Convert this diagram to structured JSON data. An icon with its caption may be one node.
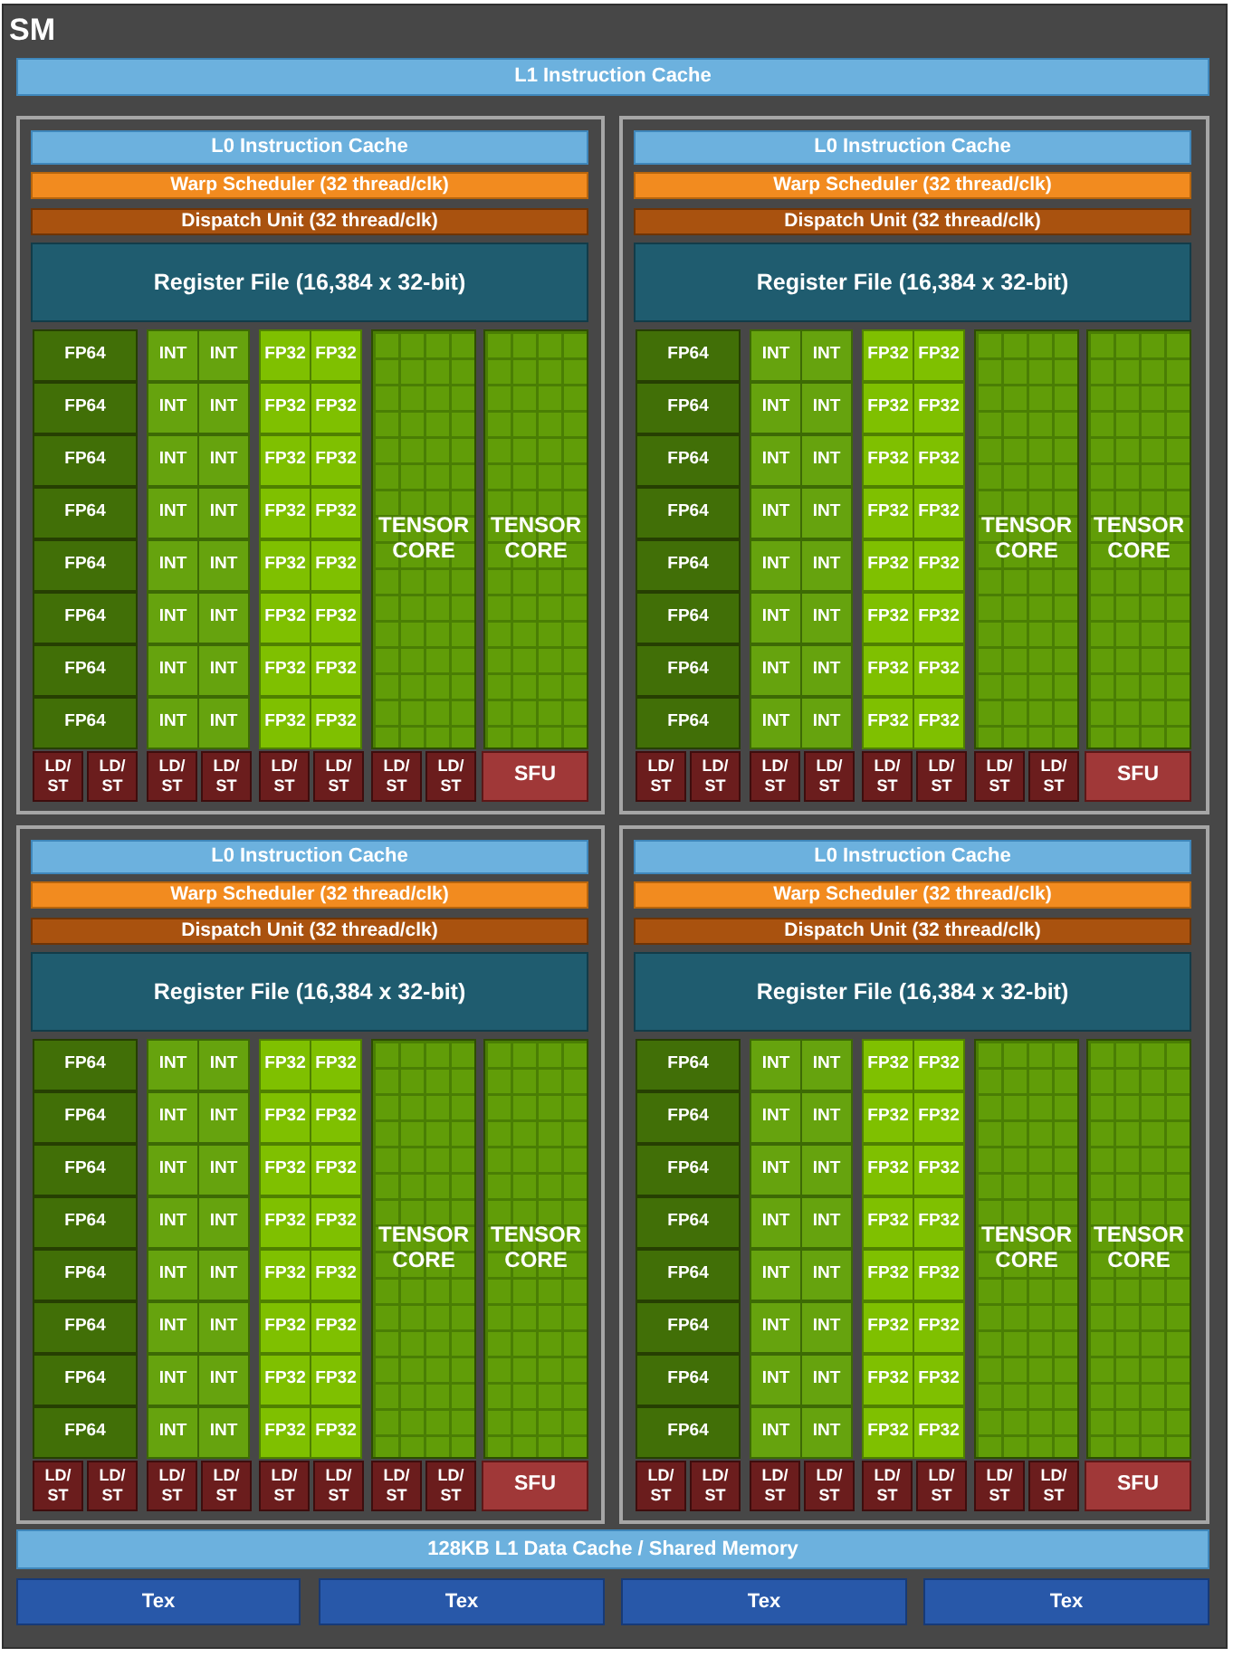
{
  "diagram": {
    "nodes": [
      {
        "text": [
          "SM"
        ]
      },
      {
        "text": [
          "L1 Instruction Cache"
        ],
        "in": 0
      },
      {
        "text": [],
        "shape": "box",
        "in": 0
      },
      {
        "text": [
          "L0 Instruction Cache"
        ],
        "in": 2
      },
      {
        "text": [
          "Warp Scheduler (32 thread/clk)"
        ],
        "in": 2
      },
      {
        "text": [
          "Dispatch Unit (32 thread/clk)"
        ],
        "in": 2
      },
      {
        "text": [
          "Register File (16,384 x 32-bit)"
        ],
        "in": 2
      },
      {
        "text": [
          "FP64"
        ],
        "in": 2
      },
      {
        "text": [
          "INT"
        ],
        "in": 2
      },
      {
        "text": [
          "INT"
        ],
        "in": 2
      },
      {
        "text": [
          "FP32"
        ],
        "in": 2
      },
      {
        "text": [
          "FP32"
        ],
        "in": 2
      },
      {
        "text": [
          "FP64"
        ],
        "in": 2
      },
      {
        "text": [
          "INT"
        ],
        "in": 2
      },
      {
        "text": [
          "INT"
        ],
        "in": 2
      },
      {
        "text": [
          "FP32"
        ],
        "in": 2
      },
      {
        "text": [
          "FP32"
        ],
        "in": 2
      },
      {
        "text": [
          "FP64"
        ],
        "in": 2
      },
      {
        "text": [
          "INT"
        ],
        "in": 2
      },
      {
        "text": [
          "INT"
        ],
        "in": 2
      },
      {
        "text": [
          "FP32"
        ],
        "in": 2
      },
      {
        "text": [
          "FP32"
        ],
        "in": 2
      },
      {
        "text": [
          "FP64"
        ],
        "in": 2
      },
      {
        "text": [
          "INT"
        ],
        "in": 2
      },
      {
        "text": [
          "INT"
        ],
        "in": 2
      },
      {
        "text": [
          "FP32"
        ],
        "in": 2
      },
      {
        "text": [
          "FP32"
        ],
        "in": 2
      },
      {
        "text": [
          "FP64"
        ],
        "in": 2
      },
      {
        "text": [
          "INT"
        ],
        "in": 2
      },
      {
        "text": [
          "INT"
        ],
        "in": 2
      },
      {
        "text": [
          "FP32"
        ],
        "in": 2
      },
      {
        "text": [
          "FP32"
        ],
        "in": 2
      },
      {
        "text": [
          "FP64"
        ],
        "in": 2
      },
      {
        "text": [
          "INT"
        ],
        "in": 2
      },
      {
        "text": [
          "INT"
        ],
        "in": 2
      },
      {
        "text": [
          "FP32"
        ],
        "in": 2
      },
      {
        "text": [
          "FP32"
        ],
        "in": 2
      },
      {
        "text": [
          "FP64"
        ],
        "in": 2
      },
      {
        "text": [
          "INT"
        ],
        "in": 2
      },
      {
        "text": [
          "INT"
        ],
        "in": 2
      },
      {
        "text": [
          "FP32"
        ],
        "in": 2
      },
      {
        "text": [
          "FP32"
        ],
        "in": 2
      },
      {
        "text": [
          "FP64"
        ],
        "in": 2
      },
      {
        "text": [
          "INT"
        ],
        "in": 2
      },
      {
        "text": [
          "INT"
        ],
        "in": 2
      },
      {
        "text": [
          "FP32"
        ],
        "in": 2
      },
      {
        "text": [
          "FP32"
        ],
        "in": 2
      },
      {
        "text": [
          "TENSOR CORE"
        ],
        "in": 2
      },
      {
        "text": [
          "TENSOR CORE"
        ],
        "in": 2
      },
      {
        "text": [
          "LD/ ST"
        ],
        "in": 2
      },
      {
        "text": [
          "LD/ ST"
        ],
        "in": 2
      },
      {
        "text": [
          "LD/ ST"
        ],
        "in": 2
      },
      {
        "text": [
          "LD/ ST"
        ],
        "in": 2
      },
      {
        "text": [
          "LD/ ST"
        ],
        "in": 2
      },
      {
        "text": [
          "LD/ ST"
        ],
        "in": 2
      },
      {
        "text": [
          "LD/ ST"
        ],
        "in": 2
      },
      {
        "text": [
          "LD/ ST"
        ],
        "in": 2
      },
      {
        "text": [
          "SFU"
        ],
        "in": 2
      },
      {
        "text": [],
        "shape": "box",
        "in": 0
      },
      {
        "text": [
          "L0 Instruction Cache"
        ],
        "in": 58
      },
      {
        "text": [
          "Warp Scheduler (32 thread/clk)"
        ],
        "in": 58
      },
      {
        "text": [
          "Dispatch Unit (32 thread/clk)"
        ],
        "in": 58
      },
      {
        "text": [
          "Register File (16,384 x 32-bit)"
        ],
        "in": 58
      },
      {
        "text": [
          "FP64"
        ],
        "in": 58
      },
      {
        "text": [
          "INT"
        ],
        "in": 58
      },
      {
        "text": [
          "INT"
        ],
        "in": 58
      },
      {
        "text": [
          "FP32"
        ],
        "in": 58
      },
      {
        "text": [
          "FP32"
        ],
        "in": 58
      },
      {
        "text": [
          "FP64"
        ],
        "in": 58
      },
      {
        "text": [
          "INT"
        ],
        "in": 58
      },
      {
        "text": [
          "INT"
        ],
        "in": 58
      },
      {
        "text": [
          "FP32"
        ],
        "in": 58
      },
      {
        "text": [
          "FP32"
        ],
        "in": 58
      },
      {
        "text": [
          "FP64"
        ],
        "in": 58
      },
      {
        "text": [
          "INT"
        ],
        "in": 58
      },
      {
        "text": [
          "INT"
        ],
        "in": 58
      },
      {
        "text": [
          "FP32"
        ],
        "in": 58
      },
      {
        "text": [
          "FP32"
        ],
        "in": 58
      },
      {
        "text": [
          "FP64"
        ],
        "in": 58
      },
      {
        "text": [
          "INT"
        ],
        "in": 58
      },
      {
        "text": [
          "INT"
        ],
        "in": 58
      },
      {
        "text": [
          "FP32"
        ],
        "in": 58
      },
      {
        "text": [
          "FP32"
        ],
        "in": 58
      },
      {
        "text": [
          "FP64"
        ],
        "in": 58
      },
      {
        "text": [
          "INT"
        ],
        "in": 58
      },
      {
        "text": [
          "INT"
        ],
        "in": 58
      },
      {
        "text": [
          "FP32"
        ],
        "in": 58
      },
      {
        "text": [
          "FP32"
        ],
        "in": 58
      },
      {
        "text": [
          "FP64"
        ],
        "in": 58
      },
      {
        "text": [
          "INT"
        ],
        "in": 58
      },
      {
        "text": [
          "INT"
        ],
        "in": 58
      },
      {
        "text": [
          "FP32"
        ],
        "in": 58
      },
      {
        "text": [
          "FP32"
        ],
        "in": 58
      },
      {
        "text": [
          "FP64"
        ],
        "in": 58
      },
      {
        "text": [
          "INT"
        ],
        "in": 58
      },
      {
        "text": [
          "INT"
        ],
        "in": 58
      },
      {
        "text": [
          "FP32"
        ],
        "in": 58
      },
      {
        "text": [
          "FP32"
        ],
        "in": 58
      },
      {
        "text": [
          "FP64"
        ],
        "in": 58
      },
      {
        "text": [
          "INT"
        ],
        "in": 58
      },
      {
        "text": [
          "INT"
        ],
        "in": 58
      },
      {
        "text": [
          "FP32"
        ],
        "in": 58
      },
      {
        "text": [
          "FP32"
        ],
        "in": 58
      },
      {
        "text": [
          "TENSOR CORE"
        ],
        "in": 58
      },
      {
        "text": [
          "TENSOR CORE"
        ],
        "in": 58
      },
      {
        "text": [
          "LD/ ST"
        ],
        "in": 58
      },
      {
        "text": [
          "LD/ ST"
        ],
        "in": 58
      },
      {
        "text": [
          "LD/ ST"
        ],
        "in": 58
      },
      {
        "text": [
          "LD/ ST"
        ],
        "in": 58
      },
      {
        "text": [
          "LD/ ST"
        ],
        "in": 58
      },
      {
        "text": [
          "LD/ ST"
        ],
        "in": 58
      },
      {
        "text": [
          "LD/ ST"
        ],
        "in": 58
      },
      {
        "text": [
          "LD/ ST"
        ],
        "in": 58
      },
      {
        "text": [
          "SFU"
        ],
        "in": 58
      },
      {
        "text": [],
        "shape": "box",
        "in": 0
      },
      {
        "text": [
          "L0 Instruction Cache"
        ],
        "in": 114
      },
      {
        "text": [
          "Warp Scheduler (32 thread/clk)"
        ],
        "in": 114
      },
      {
        "text": [
          "Dispatch Unit (32 thread/clk)"
        ],
        "in": 114
      },
      {
        "text": [
          "Register File (16,384 x 32-bit)"
        ],
        "in": 114
      },
      {
        "text": [
          "FP64"
        ],
        "in": 114
      },
      {
        "text": [
          "INT"
        ],
        "in": 114
      },
      {
        "text": [
          "INT"
        ],
        "in": 114
      },
      {
        "text": [
          "FP32"
        ],
        "in": 114
      },
      {
        "text": [
          "FP32"
        ],
        "in": 114
      },
      {
        "text": [
          "FP64"
        ],
        "in": 114
      },
      {
        "text": [
          "INT"
        ],
        "in": 114
      },
      {
        "text": [
          "INT"
        ],
        "in": 114
      },
      {
        "text": [
          "FP32"
        ],
        "in": 114
      },
      {
        "text": [
          "FP32"
        ],
        "in": 114
      },
      {
        "text": [
          "FP64"
        ],
        "in": 114
      },
      {
        "text": [
          "INT"
        ],
        "in": 114
      },
      {
        "text": [
          "INT"
        ],
        "in": 114
      },
      {
        "text": [
          "FP32"
        ],
        "in": 114
      },
      {
        "text": [
          "FP32"
        ],
        "in": 114
      },
      {
        "text": [
          "FP64"
        ],
        "in": 114
      },
      {
        "text": [
          "INT"
        ],
        "in": 114
      },
      {
        "text": [
          "INT"
        ],
        "in": 114
      },
      {
        "text": [
          "FP32"
        ],
        "in": 114
      },
      {
        "text": [
          "FP32"
        ],
        "in": 114
      },
      {
        "text": [
          "FP64"
        ],
        "in": 114
      },
      {
        "text": [
          "INT"
        ],
        "in": 114
      },
      {
        "text": [
          "INT"
        ],
        "in": 114
      },
      {
        "text": [
          "FP32"
        ],
        "in": 114
      },
      {
        "text": [
          "FP32"
        ],
        "in": 114
      },
      {
        "text": [
          "FP64"
        ],
        "in": 114
      },
      {
        "text": [
          "INT"
        ],
        "in": 114
      },
      {
        "text": [
          "INT"
        ],
        "in": 114
      },
      {
        "text": [
          "FP32"
        ],
        "in": 114
      },
      {
        "text": [
          "FP32"
        ],
        "in": 114
      },
      {
        "text": [
          "FP64"
        ],
        "in": 114
      },
      {
        "text": [
          "INT"
        ],
        "in": 114
      },
      {
        "text": [
          "INT"
        ],
        "in": 114
      },
      {
        "text": [
          "FP32"
        ],
        "in": 114
      },
      {
        "text": [
          "FP32"
        ],
        "in": 114
      },
      {
        "text": [
          "FP64"
        ],
        "in": 114
      },
      {
        "text": [
          "INT"
        ],
        "in": 114
      },
      {
        "text": [
          "INT"
        ],
        "in": 114
      },
      {
        "text": [
          "FP32"
        ],
        "in": 114
      },
      {
        "text": [
          "FP32"
        ],
        "in": 114
      },
      {
        "text": [
          "TENSOR CORE"
        ],
        "in": 114
      },
      {
        "text": [
          "TENSOR CORE"
        ],
        "in": 114
      },
      {
        "text": [
          "LD/ ST"
        ],
        "in": 114
      },
      {
        "text": [
          "LD/ ST"
        ],
        "in": 114
      },
      {
        "text": [
          "LD/ ST"
        ],
        "in": 114
      },
      {
        "text": [
          "LD/ ST"
        ],
        "in": 114
      },
      {
        "text": [
          "LD/ ST"
        ],
        "in": 114
      },
      {
        "text": [
          "LD/ ST"
        ],
        "in": 114
      },
      {
        "text": [
          "LD/ ST"
        ],
        "in": 114
      },
      {
        "text": [
          "LD/ ST"
        ],
        "in": 114
      },
      {
        "text": [
          "SFU"
        ],
        "in": 114
      },
      {
        "text": [],
        "shape": "box",
        "in": 0
      },
      {
        "text": [
          "L0 Instruction Cache"
        ],
        "in": 170
      },
      {
        "text": [
          "Warp Scheduler (32 thread/clk)"
        ],
        "in": 170
      },
      {
        "text": [
          "Dispatch Unit (32 thread/clk)"
        ],
        "in": 170
      },
      {
        "text": [
          "Register File (16,384 x 32-bit)"
        ],
        "in": 170
      },
      {
        "text": [
          "FP64"
        ],
        "in": 170
      },
      {
        "text": [
          "INT"
        ],
        "in": 170
      },
      {
        "text": [
          "INT"
        ],
        "in": 170
      },
      {
        "text": [
          "FP32"
        ],
        "in": 170
      },
      {
        "text": [
          "FP32"
        ],
        "in": 170
      },
      {
        "text": [
          "FP64"
        ],
        "in": 170
      },
      {
        "text": [
          "INT"
        ],
        "in": 170
      },
      {
        "text": [
          "INT"
        ],
        "in": 170
      },
      {
        "text": [
          "FP32"
        ],
        "in": 170
      },
      {
        "text": [
          "FP32"
        ],
        "in": 170
      },
      {
        "text": [
          "FP64"
        ],
        "in": 170
      },
      {
        "text": [
          "INT"
        ],
        "in": 170
      },
      {
        "text": [
          "INT"
        ],
        "in": 170
      },
      {
        "text": [
          "FP32"
        ],
        "in": 170
      },
      {
        "text": [
          "FP32"
        ],
        "in": 170
      },
      {
        "text": [
          "FP64"
        ],
        "in": 170
      },
      {
        "text": [
          "INT"
        ],
        "in": 170
      },
      {
        "text": [
          "INT"
        ],
        "in": 170
      },
      {
        "text": [
          "FP32"
        ],
        "in": 170
      },
      {
        "text": [
          "FP32"
        ],
        "in": 170
      },
      {
        "text": [
          "FP64"
        ],
        "in": 170
      },
      {
        "text": [
          "INT"
        ],
        "in": 170
      },
      {
        "text": [
          "INT"
        ],
        "in": 170
      },
      {
        "text": [
          "FP32"
        ],
        "in": 170
      },
      {
        "text": [
          "FP32"
        ],
        "in": 170
      },
      {
        "text": [
          "FP64"
        ],
        "in": 170
      },
      {
        "text": [
          "INT"
        ],
        "in": 170
      },
      {
        "text": [
          "INT"
        ],
        "in": 170
      },
      {
        "text": [
          "FP32"
        ],
        "in": 170
      },
      {
        "text": [
          "FP32"
        ],
        "in": 170
      },
      {
        "text": [
          "FP64"
        ],
        "in": 170
      },
      {
        "text": [
          "INT"
        ],
        "in": 170
      },
      {
        "text": [
          "INT"
        ],
        "in": 170
      },
      {
        "text": [
          "FP32"
        ],
        "in": 170
      },
      {
        "text": [
          "FP32"
        ],
        "in": 170
      },
      {
        "text": [
          "FP64"
        ],
        "in": 170
      },
      {
        "text": [
          "INT"
        ],
        "in": 170
      },
      {
        "text": [
          "INT"
        ],
        "in": 170
      },
      {
        "text": [
          "FP32"
        ],
        "in": 170
      },
      {
        "text": [
          "FP32"
        ],
        "in": 170
      },
      {
        "text": [
          "TENSOR CORE"
        ],
        "in": 170
      },
      {
        "text": [
          "TENSOR CORE"
        ],
        "in": 170
      },
      {
        "text": [
          "LD/ ST"
        ],
        "in": 170
      },
      {
        "text": [
          "LD/ ST"
        ],
        "in": 170
      },
      {
        "text": [
          "LD/ ST"
        ],
        "in": 170
      },
      {
        "text": [
          "LD/ ST"
        ],
        "in": 170
      },
      {
        "text": [
          "LD/ ST"
        ],
        "in": 170
      },
      {
        "text": [
          "LD/ ST"
        ],
        "in": 170
      },
      {
        "text": [
          "LD/ ST"
        ],
        "in": 170
      },
      {
        "text": [
          "LD/ ST"
        ],
        "in": 170
      },
      {
        "text": [
          "SFU"
        ],
        "in": 170
      },
      {
        "text": [
          "128KB L1 Data Cache / Shared Memory"
        ],
        "in": 0
      },
      {
        "text": [
          "Tex"
        ],
        "in": 0
      },
      {
        "text": [
          "Tex"
        ],
        "in": 0
      },
      {
        "text": [
          "Tex"
        ],
        "in": 0
      },
      {
        "text": [
          "Tex"
        ],
        "in": 0
      }
    ]
  }
}
